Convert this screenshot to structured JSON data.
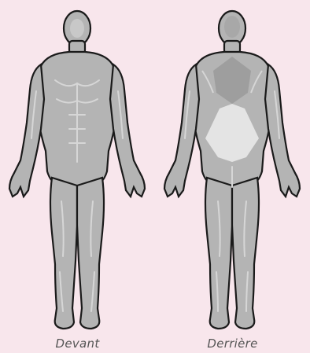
{
  "views": [
    {
      "id": "front",
      "label": "Devant"
    },
    {
      "id": "back",
      "label": "Derrière"
    }
  ],
  "colors": {
    "background": "#f8e6ec",
    "body_fill": "#b4b4b4",
    "body_outline": "#1a1a1a",
    "muscle_highlight": "#d6d6d6",
    "caption": "#555555"
  },
  "icons": {
    "front_figure": "human-body-front-icon",
    "back_figure": "human-body-back-icon"
  }
}
